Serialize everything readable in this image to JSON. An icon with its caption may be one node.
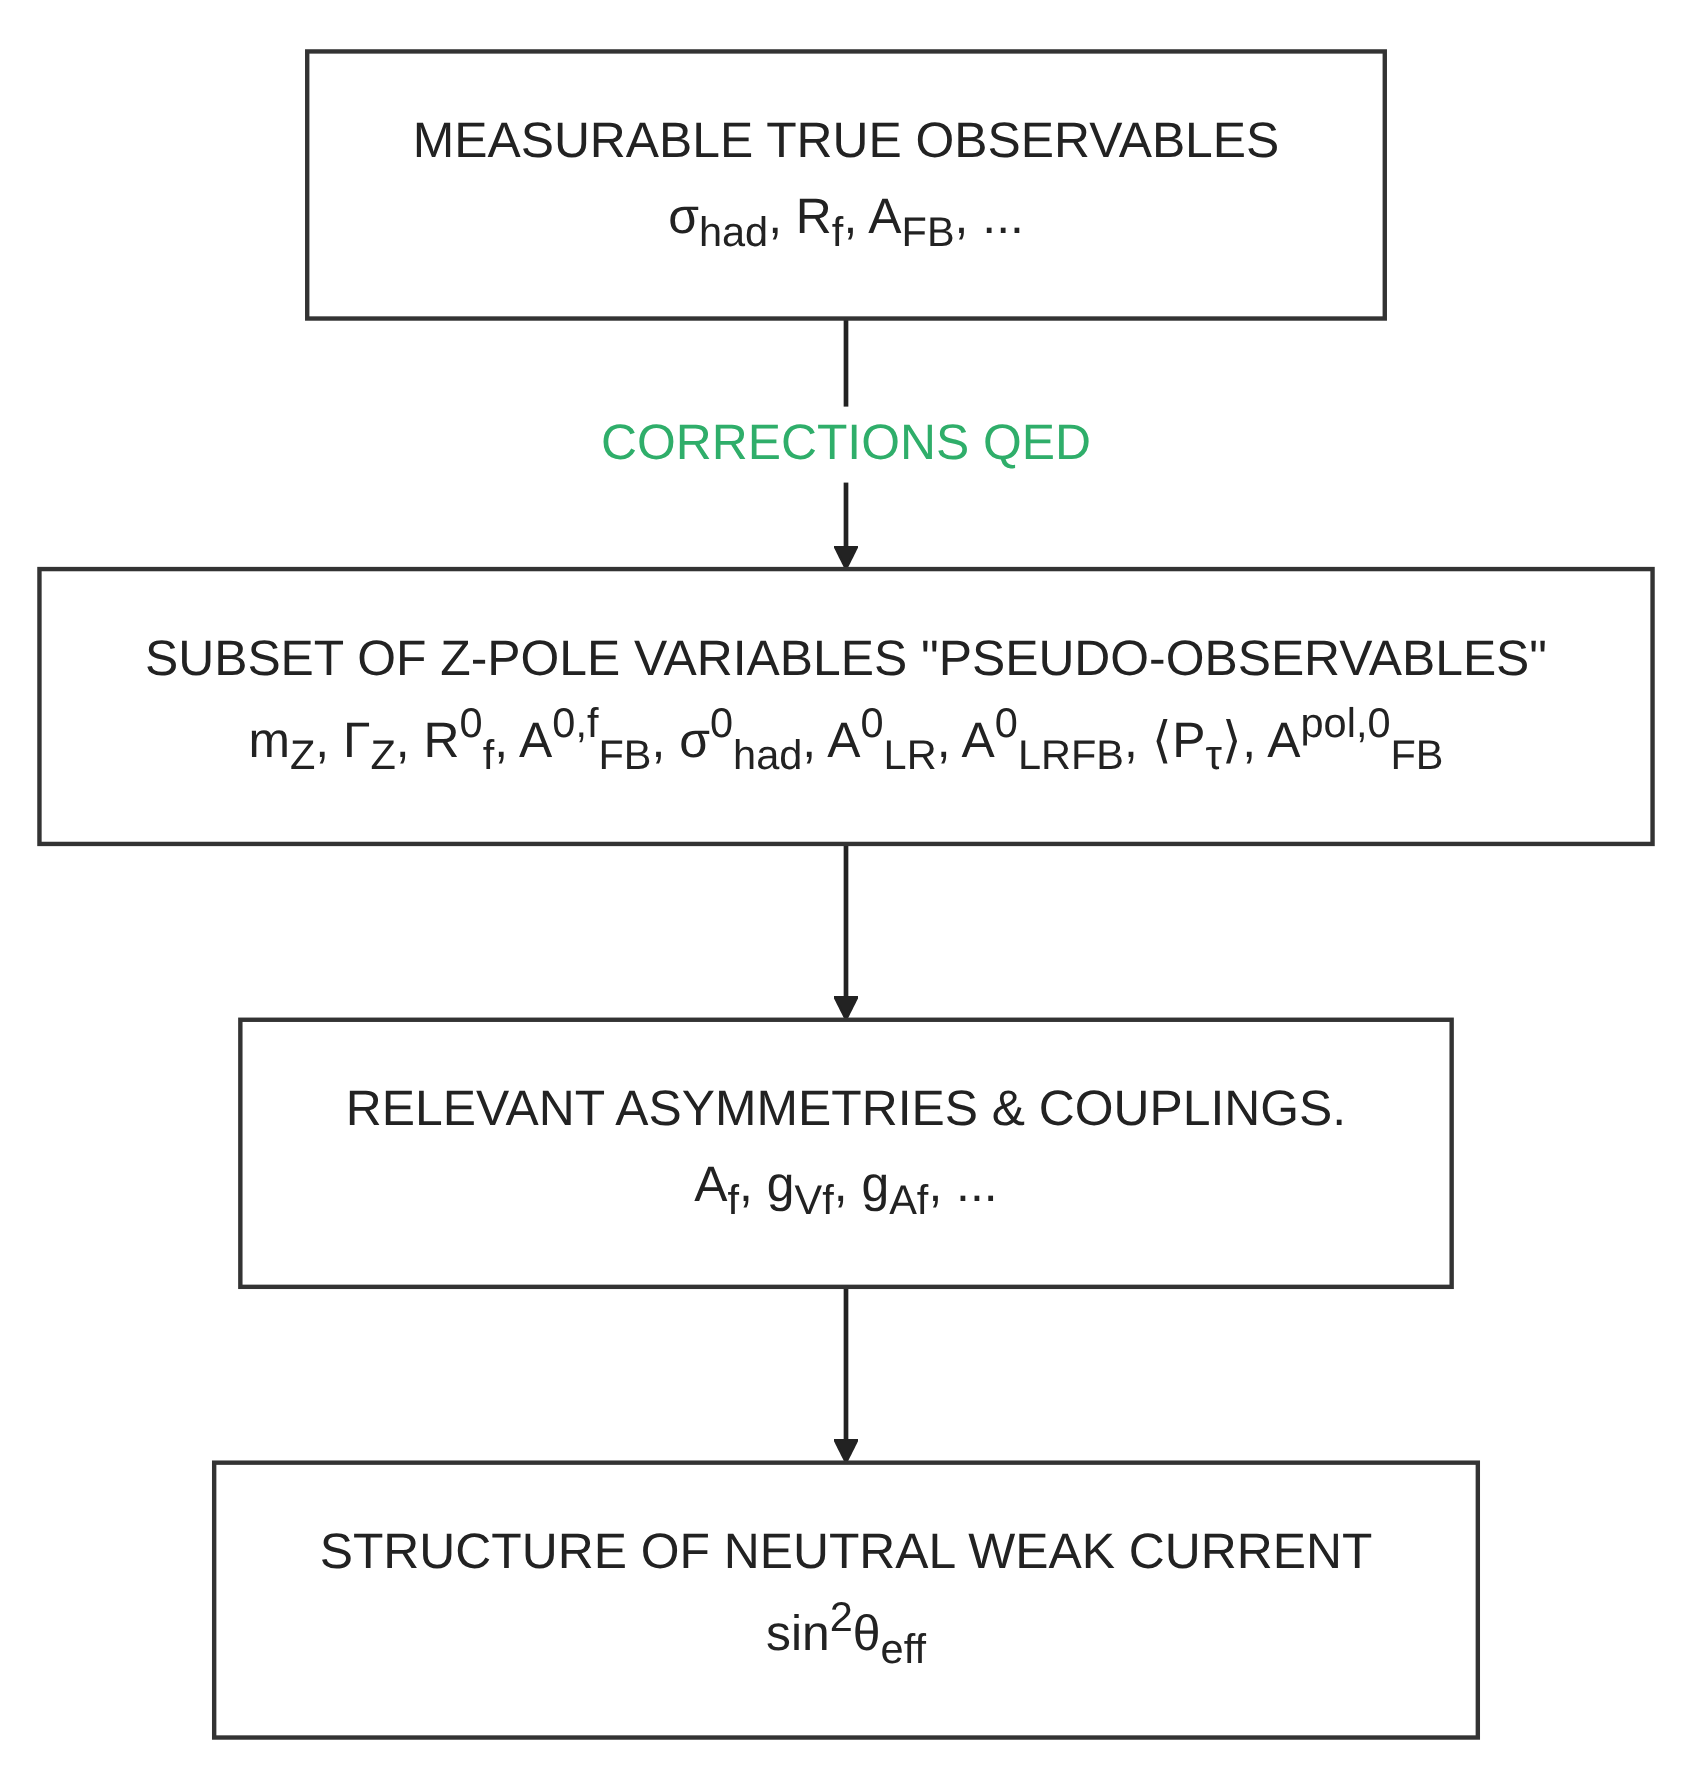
{
  "diagram": {
    "nodes": [
      {
        "text": [
          "MEASURABLE TRUE OBSERVABLES",
          "σ$_{had}$, R$_{f}$, A$_{FB}$, ..."
        ]
      },
      {
        "text": [
          "SUBSET OF Z-POLE VARIABLES \"PSEUDO-OBSERVABLES\"",
          "m$_{Z}$, Γ$_{Z}$, R$^{0}$$_{f}$, A$^{0,f}$$_{FB}$, σ$^{0}$$_{had}$, A$^{0}$$_{LR}$, A$^{0}$$_{LRFB}$, ⟨P$_{τ}$⟩, A$^{pol,0}$$_{FB}$"
        ]
      },
      {
        "text": [
          "RELEVANT ASYMMETRIES & COUPLINGS.",
          "A$_{f}$, g$_{Vf}$, g$_{Af}$, ..."
        ]
      },
      {
        "text": [
          "STRUCTURE OF NEUTRAL WEAK CURRENT",
          "sin$^{2}$θ$_{eff}$"
        ]
      }
    ],
    "edges": [
      {
        "from": 0,
        "to": 1,
        "arrow": "to",
        "label": "CORRECTIONS QED"
      },
      {
        "from": 1,
        "to": 2,
        "arrow": "to"
      },
      {
        "from": 2,
        "to": 3,
        "arrow": "to"
      }
    ]
  }
}
